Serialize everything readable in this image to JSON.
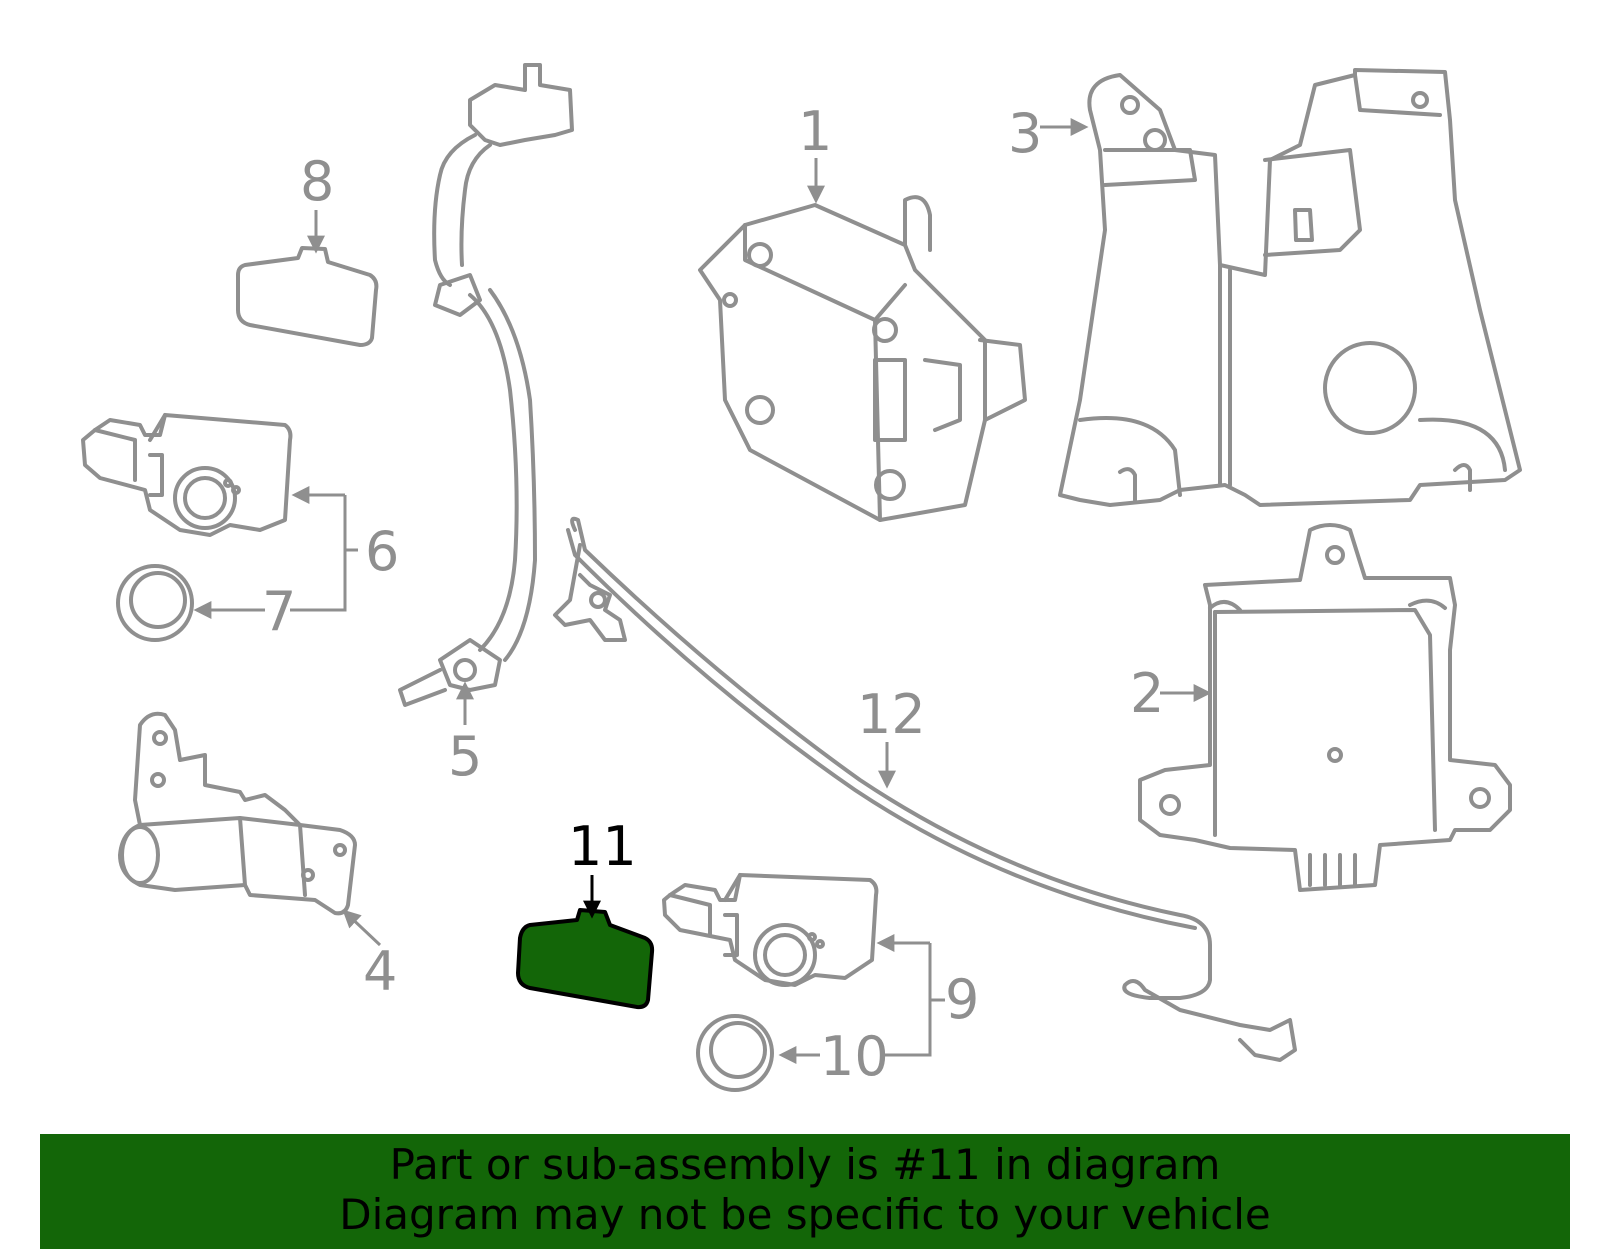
{
  "diagram": {
    "callouts": [
      "1",
      "2",
      "3",
      "4",
      "5",
      "6",
      "7",
      "8",
      "9",
      "10",
      "11",
      "12"
    ],
    "highlighted_callout": "11",
    "colors": {
      "part_stroke": "#8f8f8f",
      "highlight_fill": "#136608",
      "highlight_stroke": "#000000",
      "footer_bg": "#136608"
    }
  },
  "footer": {
    "line1": "Part or sub-assembly is #11 in diagram",
    "line2": "Diagram may not be specific to your vehicle"
  }
}
